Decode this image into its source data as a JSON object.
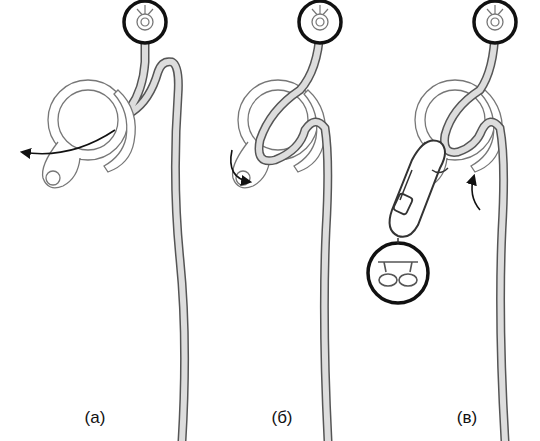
{
  "diagram": {
    "labels": [
      "(а)",
      "(б)",
      "(в)"
    ]
  }
}
